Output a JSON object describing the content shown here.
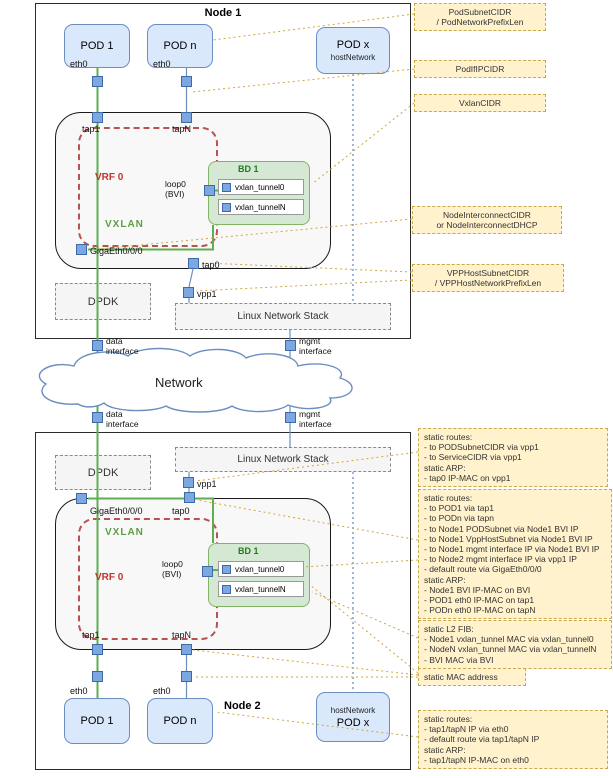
{
  "node1": {
    "title": "Node 1",
    "pod1_label": "POD 1",
    "podn_label": "POD n",
    "podx_label": "POD x",
    "host_network_label": "hostNetwork",
    "eth0_label": "eth0",
    "tap1_label": "tap1",
    "tapn_label": "tapN",
    "tap0_label": "tap0",
    "vrf_label": "VRF 0",
    "vxlan_label": "VXLAN",
    "loop0_label": "loop0\n(BVI)",
    "bd_label": "BD 1",
    "vxlan_tunnel0_label": "vxlan_tunnel0",
    "vxlan_tunneln_label": "vxlan_tunnelN",
    "gigaeth_label": "GigaEth0/0/0",
    "dpdk_label": "DPDK",
    "linux_stack_label": "Linux Network Stack",
    "vpp1_label": "vpp1"
  },
  "node2": {
    "title": "Node 2",
    "pod1_label": "POD 1",
    "podn_label": "POD n",
    "podx_label": "POD x",
    "host_network_label": "hostNetwork",
    "eth0_label": "eth0",
    "tap1_label": "tap1",
    "tapn_label": "tapN",
    "tap0_label": "tap0",
    "vrf_label": "VRF 0",
    "vxlan_label": "VXLAN",
    "loop0_label": "loop0\n(BVI)",
    "bd_label": "BD 1",
    "vxlan_tunnel0_label": "vxlan_tunnel0",
    "vxlan_tunneln_label": "vxlan_tunnelN",
    "gigaeth_label": "GigaEth0/0/0",
    "dpdk_label": "DPDK",
    "linux_stack_label": "Linux Network Stack",
    "vpp1_label": "vpp1"
  },
  "network": {
    "label": "Network",
    "data_interface": "data\ninterface",
    "mgmt_interface": "mgmt\ninterface"
  },
  "annotations": {
    "pod_subnet": "PodSubnetCIDR\n/ PodNetworkPrefixLen",
    "pod_if_ip": "PodIfIPCIDR",
    "vxlan_cidr": "VxlanCIDR",
    "node_interconnect": "NodeInterconnectCIDR\nor NodeInterconnectDHCP",
    "vpp_host_subnet": "VPPHostSubnetCIDR\n/ VPPHostNetworkPrefixLen",
    "vpp1_config": "static routes:\n- to PODSubnetCIDR via vpp1\n- to ServiceCIDR via vpp1\nstatic ARP:\n- tap0 IP-MAC on vpp1",
    "vrf_config": "static routes:\n- to POD1 via tap1\n- to PODn via tapn\n- to Node1 PODSubnet via Node1 BVI IP\n- to Node1 VppHostSubnet via Node1 BVI IP\n- to Node1 mgmt interface IP via Node1 BVI IP\n- to Node2 mgmt interface IP via vpp1 IP\n- default route via GigaEth0/0/0\nstatic ARP:\n- Node1 BVI IP-MAC on BVI\n- POD1 eth0 IP-MAC on tap1\n- PODn eth0 IP-MAC on tapN",
    "l2_fib": "static L2 FIB:\n- Node1 vxlan_tunnel MAC via vxlan_tunnel0\n- NodeN vxlan_tunnel MAC via vxlan_tunnelN\n- BVI MAC via BVI",
    "static_mac": "static MAC address",
    "pod_config": "static routes:\n- tap1/tapN IP via eth0\n- default route via tap1/tapN IP\nstatic ARP:\n- tap1/tapN IP-MAC on eth0"
  },
  "colors": {
    "pod_fill": "#dae8fc",
    "pod_border": "#6c8ebf",
    "bd_fill": "#d5e8d4",
    "bd_border": "#82b366",
    "vrf_border": "#b85450",
    "note_fill": "#fff2cc",
    "note_border": "#d6b656",
    "traffic_green": "#5fae53",
    "link_blue": "#6c8ebf"
  }
}
